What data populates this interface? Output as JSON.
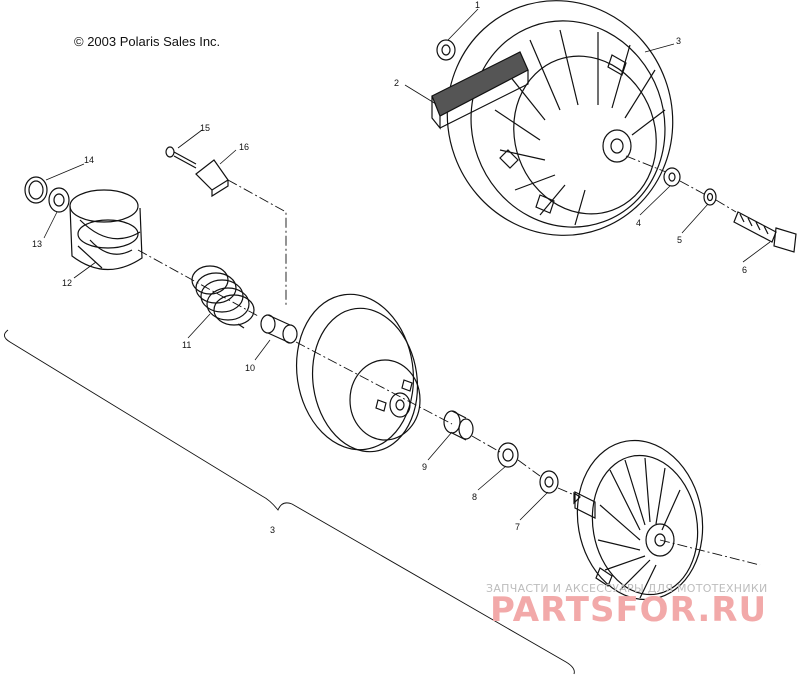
{
  "copyright": "© 2003 Polaris Sales Inc.",
  "callouts": {
    "c1": "1",
    "c2": "2",
    "c3": "3",
    "c4": "4",
    "c5": "5",
    "c6": "6",
    "c7": "7",
    "c8": "8",
    "c9": "9",
    "c10": "10",
    "c11": "11",
    "c12": "12",
    "c13": "13",
    "c14": "14",
    "c15": "15",
    "c16": "16",
    "c3_bracket": "3"
  },
  "watermark": {
    "line1": "ЗАПЧАСТИ И АКСЕССУАРЫ ДЛЯ МОТОТЕХНИКИ",
    "brand": "PARTSFOR.RU"
  },
  "colors": {
    "line": "#111111",
    "watermark_red": "#f2a9a9",
    "watermark_grey": "#bdbdbd"
  }
}
